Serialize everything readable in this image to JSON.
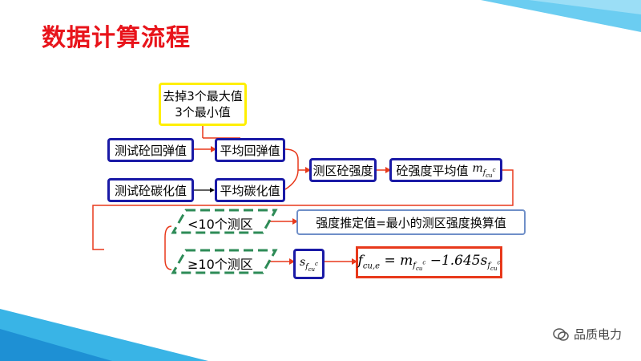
{
  "slide": {
    "title": "数据计算流程",
    "colors": {
      "title": "#e8141b",
      "box_border": "#1a1aa6",
      "connector": "#e8391b",
      "dashed": "#2e8b57",
      "highlight": "#ffef00",
      "light_box": "#6f8fc8"
    }
  },
  "nodes": {
    "remove_box": {
      "line1": "去掉3个最大值",
      "line2": "3个最小值"
    },
    "rebound_test": "测试砼回弹值",
    "carbonation_test": "测试砼碳化值",
    "avg_rebound": "平均回弹值",
    "avg_carbonation": "平均碳化值",
    "zone_strength": "测区砼强度",
    "strength_mean": "砼强度平均值",
    "lt10_label": "<10个测区",
    "ge10_label": "≥10个测区",
    "result_lt10": "强度推定值=最小的测区强度换算值",
    "std_symbol": "s",
    "std_subscript": "f",
    "std_sub_sub": "cu",
    "std_sup": "c",
    "formula_lhs": "f",
    "formula_lhs_sub": "cu,e",
    "formula_eq": "= m",
    "formula_minus": "−1.645s",
    "formula_m_sub": "f",
    "mean_symbol": "m",
    "mean_subscript": "f",
    "mean_sub_sub": "cu",
    "mean_sup": "c"
  },
  "watermark": {
    "icon": "wechat-icon",
    "text": "品质电力"
  }
}
